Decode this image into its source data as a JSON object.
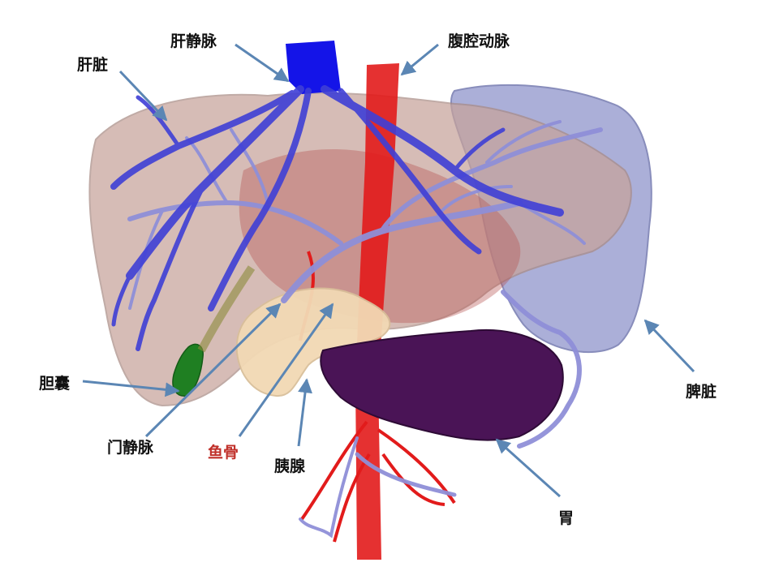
{
  "labels": {
    "liver": "肝脏",
    "hepatic_vein": "肝静脉",
    "celiac_artery": "腹腔动脉",
    "spleen": "脾脏",
    "gallbladder": "胆囊",
    "portal_vein": "门静脉",
    "fishbone": "鱼骨",
    "pancreas": "胰腺",
    "stomach": "胃"
  },
  "colors": {
    "liver": "#c7a39a",
    "hepatic_vein": "#1414e8",
    "portal_branches": "#8f8fd8",
    "artery": "#e21b1b",
    "spleen": "#9fa3cf",
    "stomach": "#4a1456",
    "pancreas": "#f2d9b4",
    "gallbladder": "#1f7f22",
    "arrow": "#5b86b4",
    "label_text": "#111111",
    "highlight_label": "#c0302a"
  }
}
